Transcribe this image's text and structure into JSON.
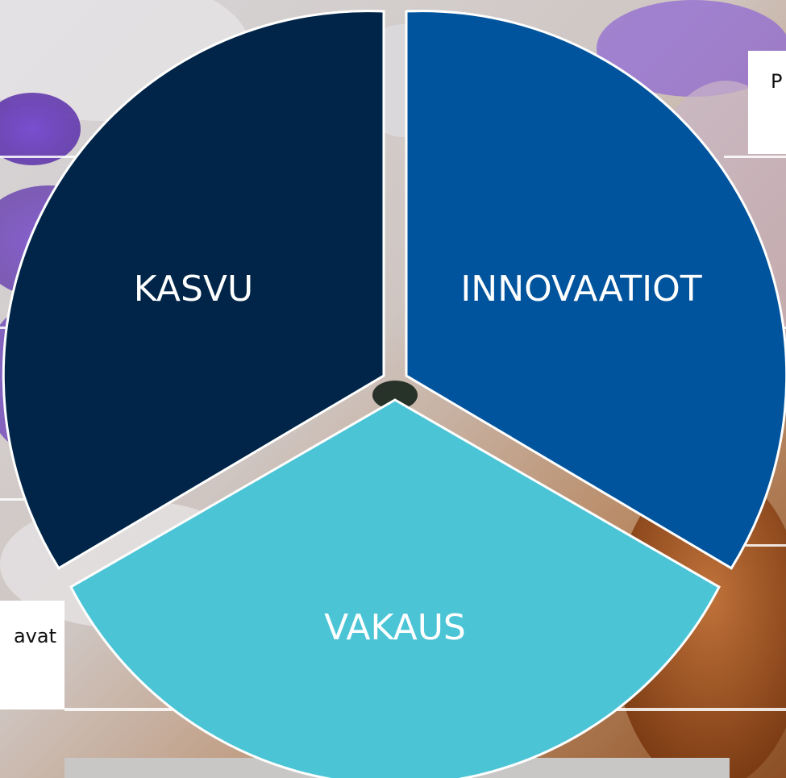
{
  "segments": [
    {
      "key": "kasvu",
      "label": "KASVU",
      "color": "#002548"
    },
    {
      "key": "innovaatiot",
      "label": "INNOVAATIOT",
      "color": "#00549d"
    },
    {
      "key": "vakaus",
      "label": "VAKAUS",
      "color": "#4bc4d6"
    }
  ],
  "side_text": {
    "top_right": "P",
    "left": "avat"
  }
}
